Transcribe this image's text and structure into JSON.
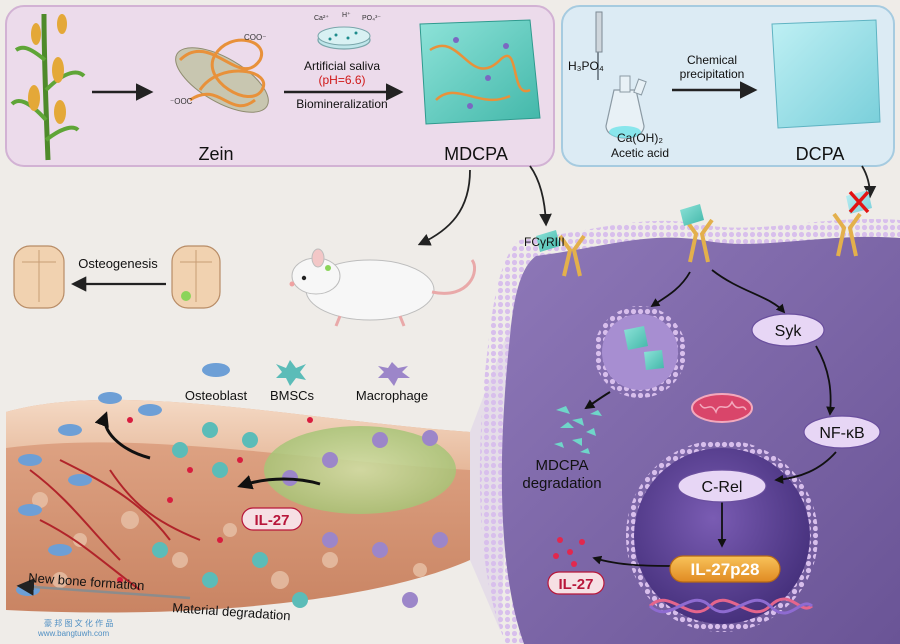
{
  "top_left_panel": {
    "zein_label": "Zein",
    "mdcpa_label": "MDCPA",
    "ion_ca": "Ca²⁺",
    "ion_h": "H⁺",
    "ion_po4": "PO₄³⁻",
    "coo_1": "COO⁻",
    "coo_2": "⁻OOC",
    "arrow_text_line1": "Artificial saliva",
    "arrow_text_line2": "(pH=6.6)",
    "arrow_text_line3": "Biomineralization"
  },
  "top_right_panel": {
    "h3po4": "H₃PO₄",
    "caoh2": "Ca(OH)₂",
    "acetic": "Acetic acid",
    "chem_line1": "Chemical",
    "chem_line2": "precipitation",
    "dcpa_label": "DCPA"
  },
  "middle": {
    "osteogenesis": "Osteogenesis",
    "fcgr": "FCγRIII"
  },
  "legend": {
    "osteoblast": "Osteoblast",
    "bmsc": "BMSCs",
    "macrophage": "Macrophage"
  },
  "bone": {
    "il27": "IL-27",
    "new_bone": "New bone formation",
    "material_deg": "Material degradation"
  },
  "cell": {
    "syk": "Syk",
    "nfkb": "NF-κB",
    "crel": "C-Rel",
    "il27p28": "IL-27p28",
    "il27": "IL-27",
    "deg_line1": "MDCPA",
    "deg_line2": "degradation"
  },
  "watermark": {
    "cn": "豪 邦 图 文 化 作 品",
    "url": "www.bangtuwh.com"
  },
  "colors": {
    "top_left_bg": "#ecdbeb",
    "top_right_bg": "#dcebf4",
    "cell_fill": "#7b64a6",
    "cell_membrane": "#c9a7e0",
    "nucleus": "#5b3f94",
    "mdcpa": "#6fd6c9",
    "il27_red": "#b8163a",
    "il27p28_orange": "#f2a23a"
  }
}
